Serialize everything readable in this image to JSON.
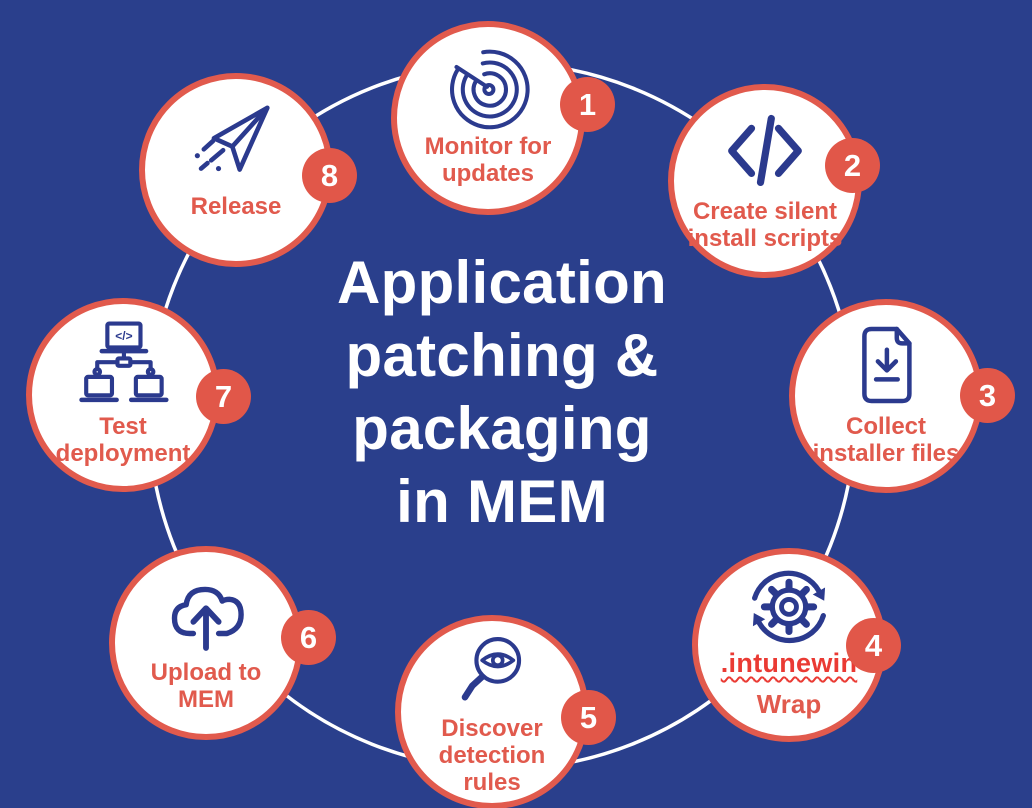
{
  "title": {
    "lines": [
      "Application",
      "patching &",
      "packaging",
      "in MEM"
    ]
  },
  "colors": {
    "background": "#2a3f8c",
    "accent": "#e15a4d",
    "icon_navy": "#2b3a8e",
    "badge_bg": "#e15749",
    "badge_text": "#ffffff",
    "title_text": "#ffffff",
    "ring": "#ffffff",
    "circle_fill": "#ffffff",
    "intunewin_red": "#ea3a33"
  },
  "steps": [
    {
      "number": "1",
      "label": "Monitor for updates",
      "icon": "radar-icon"
    },
    {
      "number": "2",
      "label": "Create silent install scripts",
      "icon": "code-icon"
    },
    {
      "number": "3",
      "label": "Collect installer files",
      "icon": "installer-file-download-icon"
    },
    {
      "number": "4",
      "label": "Wrap",
      "sublabel": ".intunewin",
      "icon": "wrap-gear-sync-icon"
    },
    {
      "number": "5",
      "label": "Discover detection rules",
      "icon": "search-eye-icon"
    },
    {
      "number": "6",
      "label": "Upload to MEM",
      "icon": "cloud-upload-icon"
    },
    {
      "number": "7",
      "label": "Test deployment",
      "icon": "test-deployment-icon",
      "icon_glyph": "</>"
    },
    {
      "number": "8",
      "label": "Release",
      "icon": "paper-plane-icon"
    }
  ]
}
